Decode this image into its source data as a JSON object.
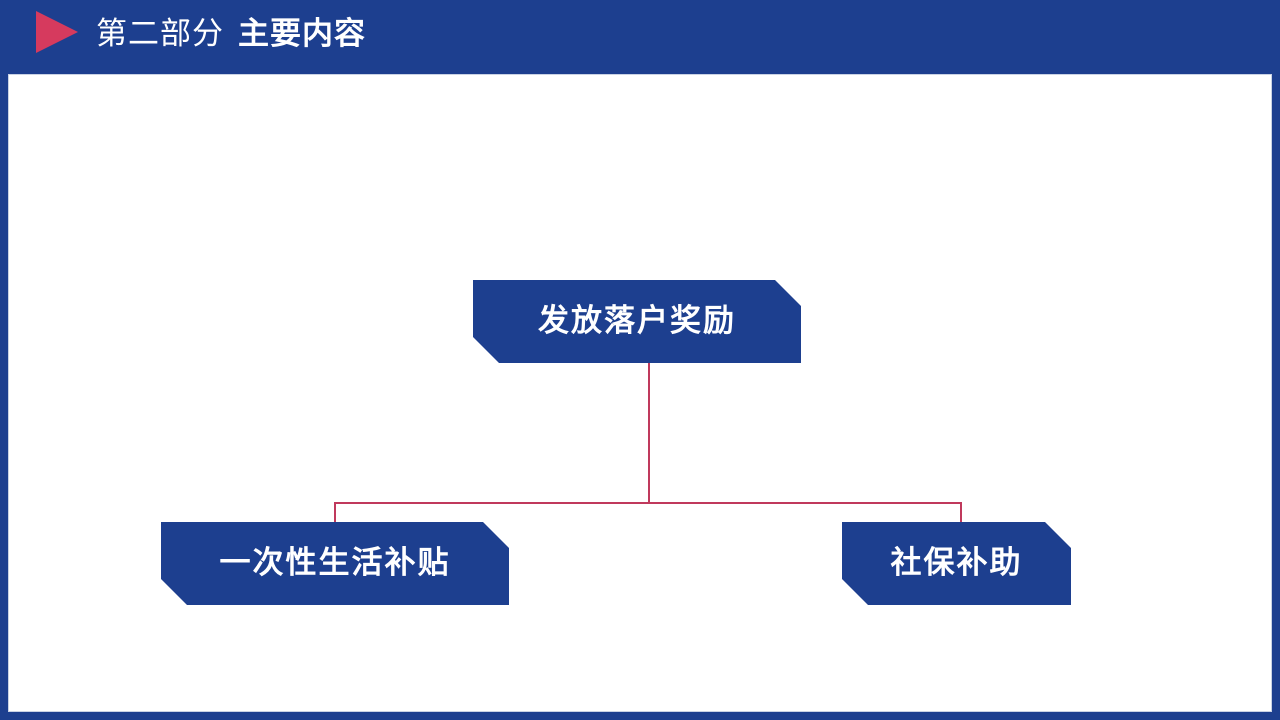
{
  "header": {
    "section_label": "第二部分",
    "title": "主要内容",
    "icon": "play-triangle-icon",
    "background_color": "#1d3f8f",
    "accent_color": "#d63a5e",
    "text_color": "#ffffff"
  },
  "diagram": {
    "type": "hierarchy",
    "node_color": "#1d3f8f",
    "node_text_color": "#ffffff",
    "connector_color": "#c0395c",
    "root": {
      "label": "发放落户奖励"
    },
    "children": [
      {
        "label": "一次性生活补贴"
      },
      {
        "label": "社保补助"
      }
    ]
  },
  "canvas": {
    "background_color": "#ffffff",
    "frame_border_color": "#c9d2e4"
  }
}
